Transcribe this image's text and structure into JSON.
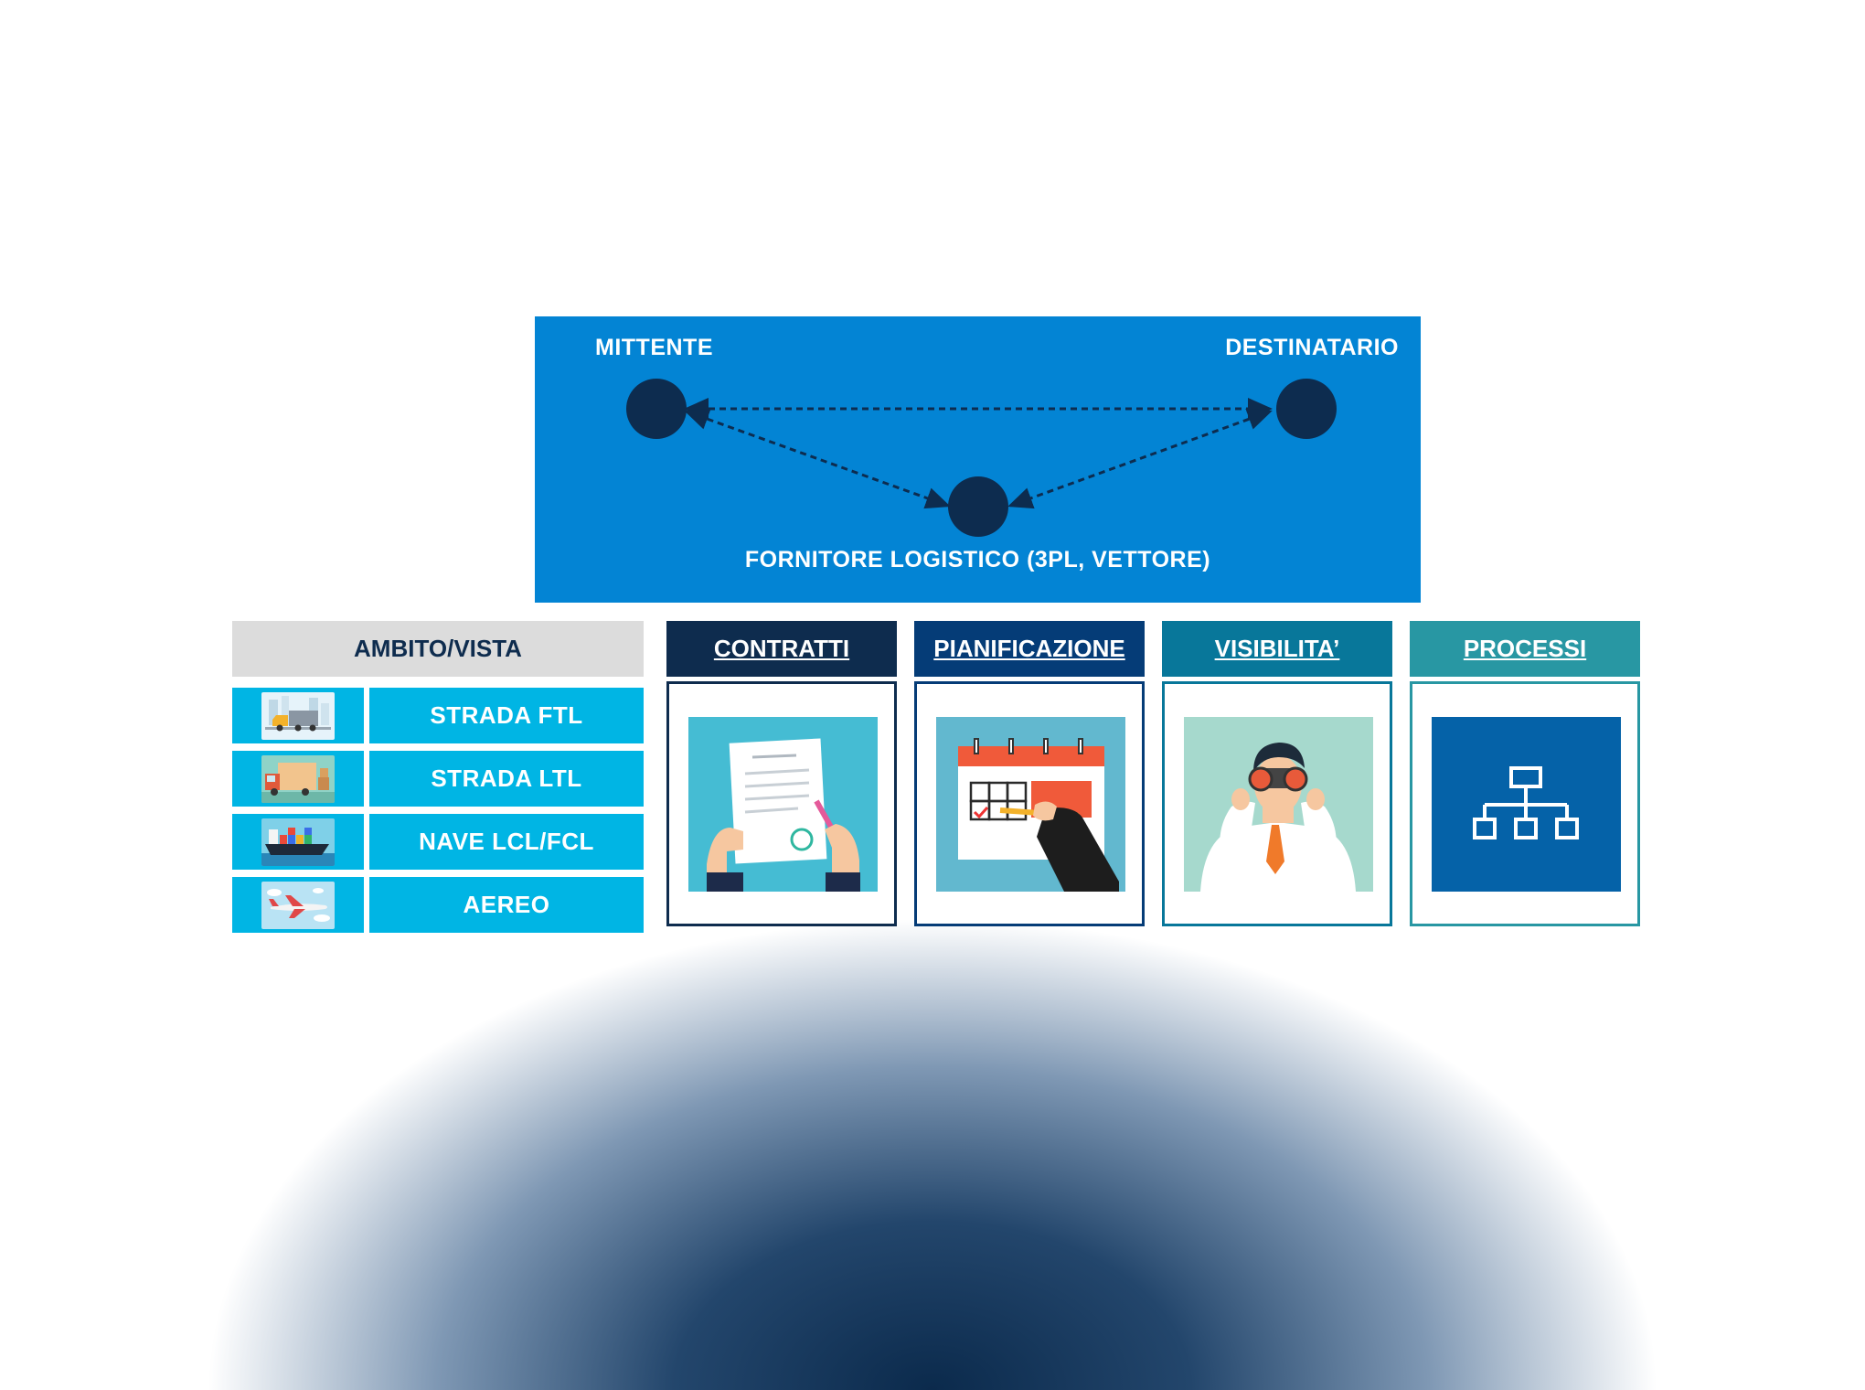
{
  "top_panel": {
    "sender_label": "MITTENTE",
    "receiver_label": "DESTINATARIO",
    "provider_label": "FORNITORE LOGISTICO (3PL, VETTORE)",
    "background": "#0384d4",
    "node_color": "#0d2c4f"
  },
  "scope": {
    "header": "AMBITO/VISTA",
    "rows": [
      {
        "label": "STRADA FTL",
        "icon": "truck-ftl-icon"
      },
      {
        "label": "STRADA LTL",
        "icon": "truck-ltl-icon"
      },
      {
        "label": "NAVE LCL/FCL",
        "icon": "ship-icon"
      },
      {
        "label": "AEREO",
        "icon": "airplane-icon"
      }
    ],
    "color": "#00b5e4"
  },
  "columns": [
    {
      "label": "CONTRATTI",
      "color": "#0e2c4e",
      "icon": "contract-signing-icon"
    },
    {
      "label": "PIANIFICAZIONE",
      "color": "#053c77",
      "icon": "calendar-planning-icon"
    },
    {
      "label": "VISIBILITA’",
      "color": "#08779a",
      "icon": "binoculars-icon"
    },
    {
      "label": "PROCESSI",
      "color": "#2897a3",
      "icon": "org-chart-icon"
    }
  ]
}
